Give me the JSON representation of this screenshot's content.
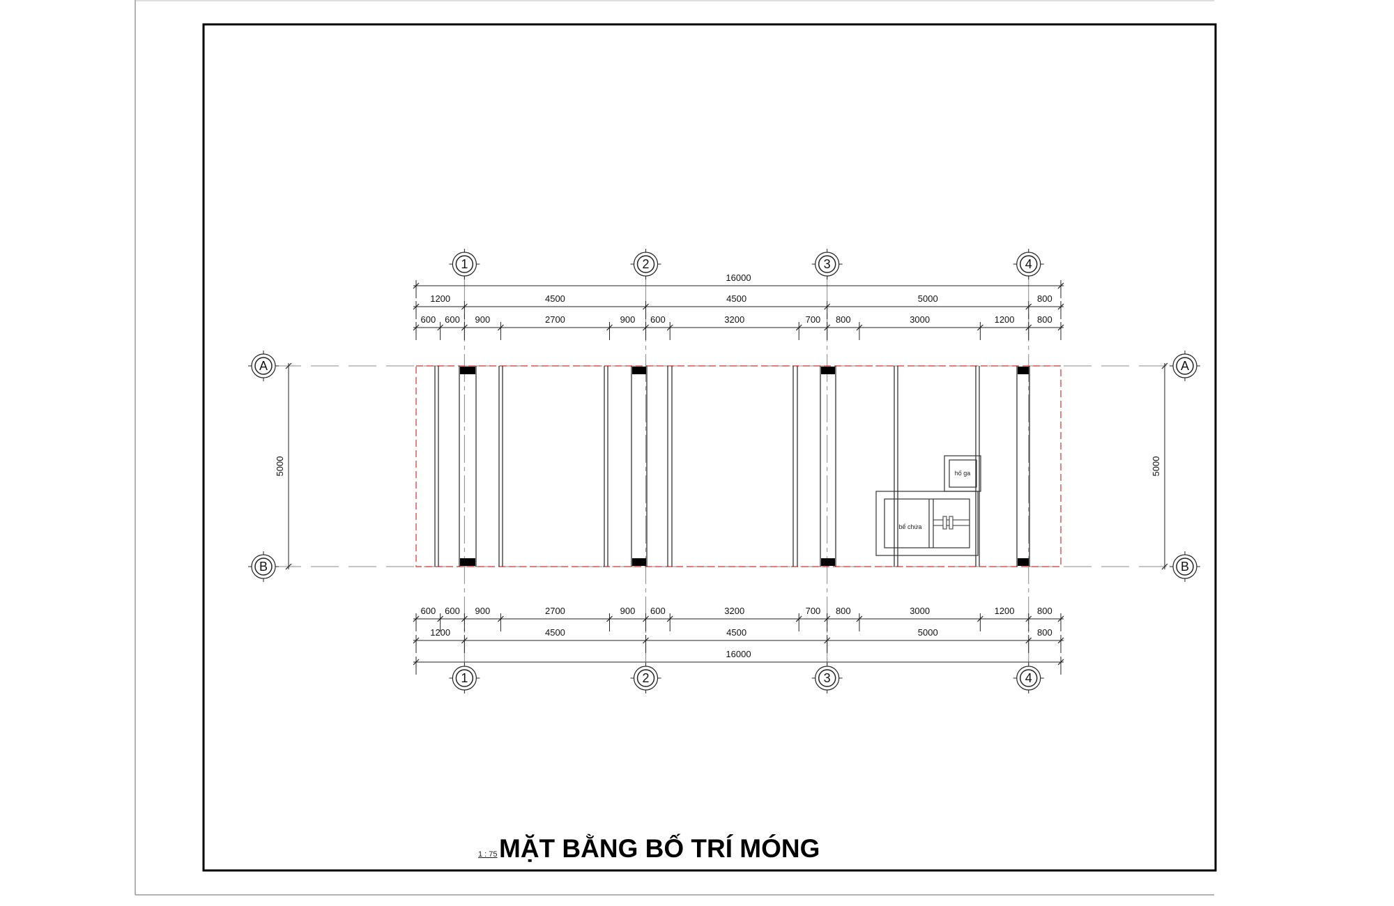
{
  "title": "MẶT BẰNG BỐ TRÍ MÓNG",
  "scale": "1 : 75",
  "grid_columns": [
    "1",
    "2",
    "3",
    "4"
  ],
  "grid_rows": [
    "A",
    "B"
  ],
  "dimensions": {
    "overall": "16000",
    "primary": [
      "1200",
      "4500",
      "4500",
      "5000",
      "800"
    ],
    "secondary": [
      "600",
      "600",
      "900",
      "2700",
      "900",
      "600",
      "3200",
      "700",
      "800",
      "3000",
      "1200",
      "800"
    ],
    "vertical": "5000"
  },
  "labels": {
    "manhole": "hố ga",
    "tank": "bể chứa"
  },
  "colors": {
    "lines": "#222222",
    "boundary": "#cc3333",
    "grid_axis": "#888888"
  }
}
